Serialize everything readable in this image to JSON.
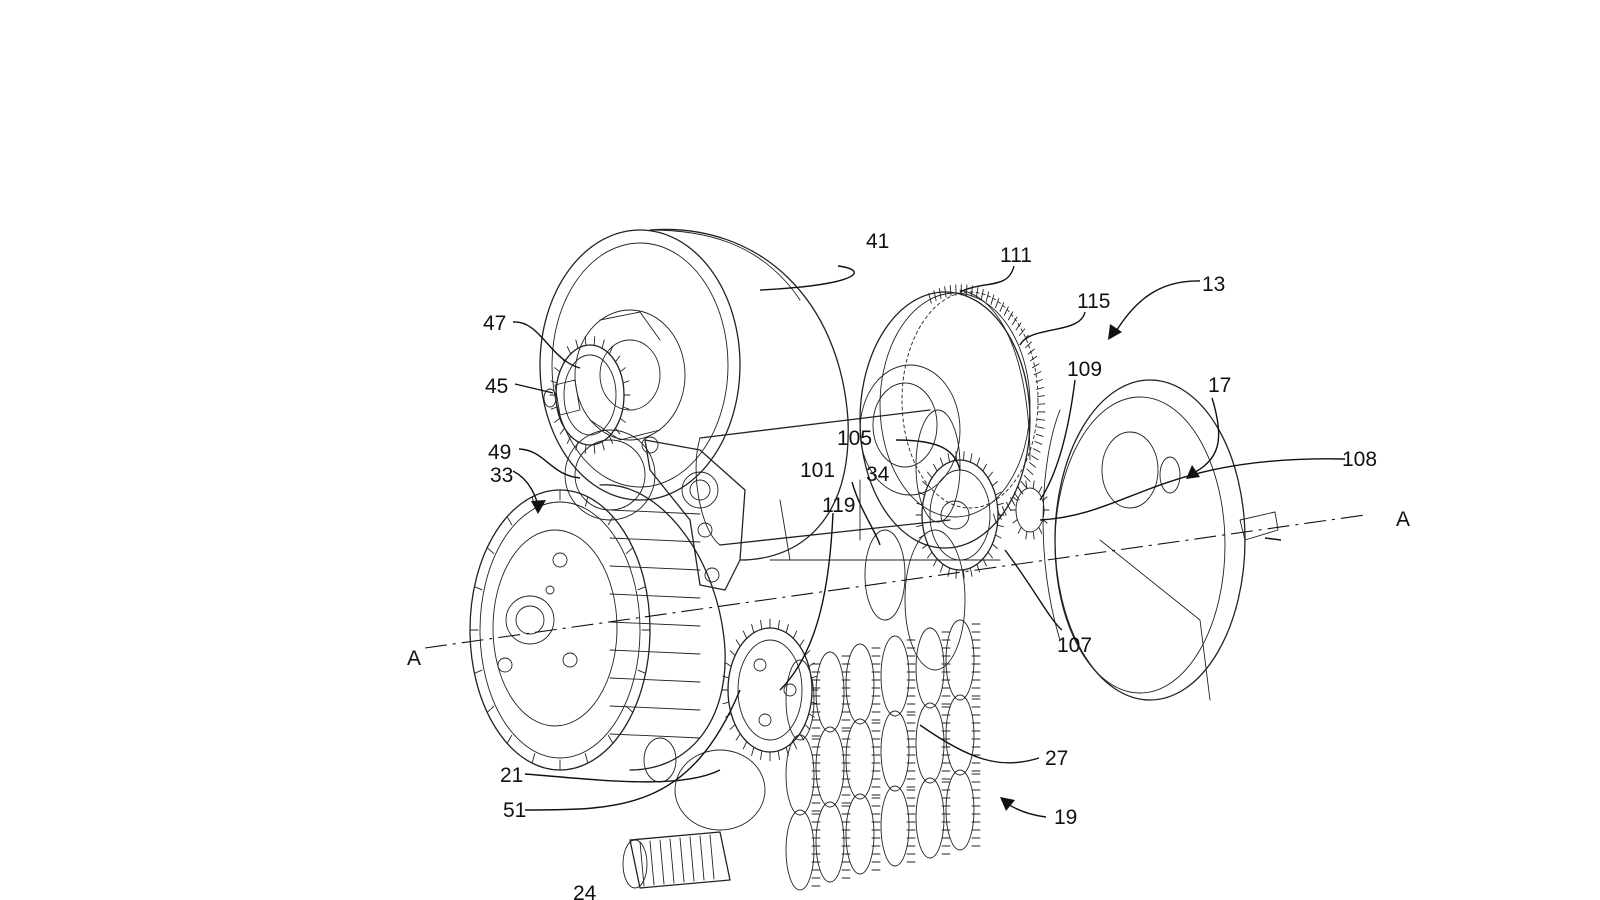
{
  "figure": {
    "axis_label": "A",
    "labels": [
      "13",
      "17",
      "19",
      "21",
      "24",
      "27",
      "33",
      "34",
      "41",
      "45",
      "47",
      "49",
      "51",
      "101",
      "105",
      "107",
      "108",
      "109",
      "111",
      "115",
      "119"
    ]
  }
}
